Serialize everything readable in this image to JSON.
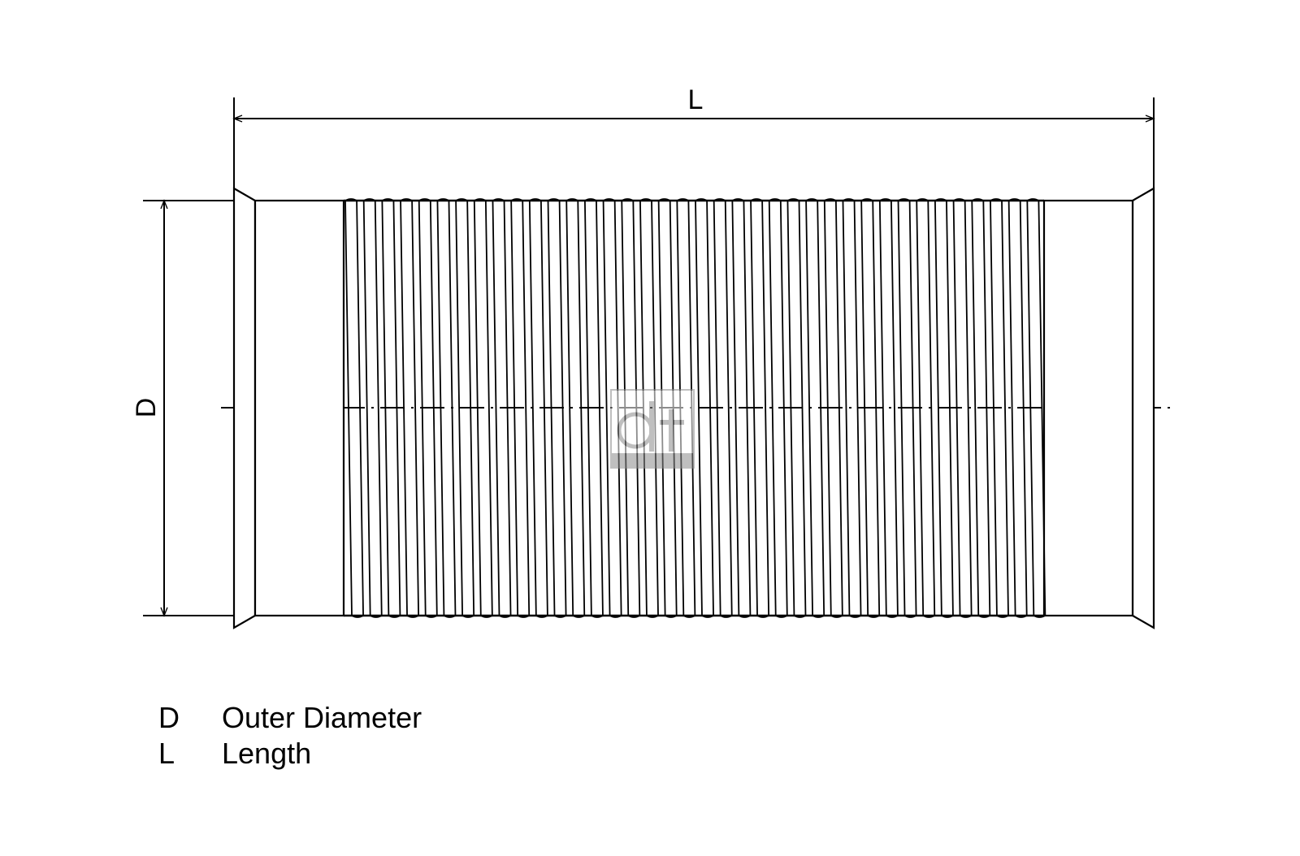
{
  "drawing": {
    "length_symbol": "L",
    "diameter_symbol": "D",
    "corrugation_count": 38,
    "watermark_lettering": "dt"
  },
  "legend": [
    {
      "symbol": "D",
      "description": "Outer Diameter"
    },
    {
      "symbol": "L",
      "description": "Length"
    }
  ],
  "colors": {
    "line": "#000000",
    "watermark": "#8c8c8c"
  }
}
